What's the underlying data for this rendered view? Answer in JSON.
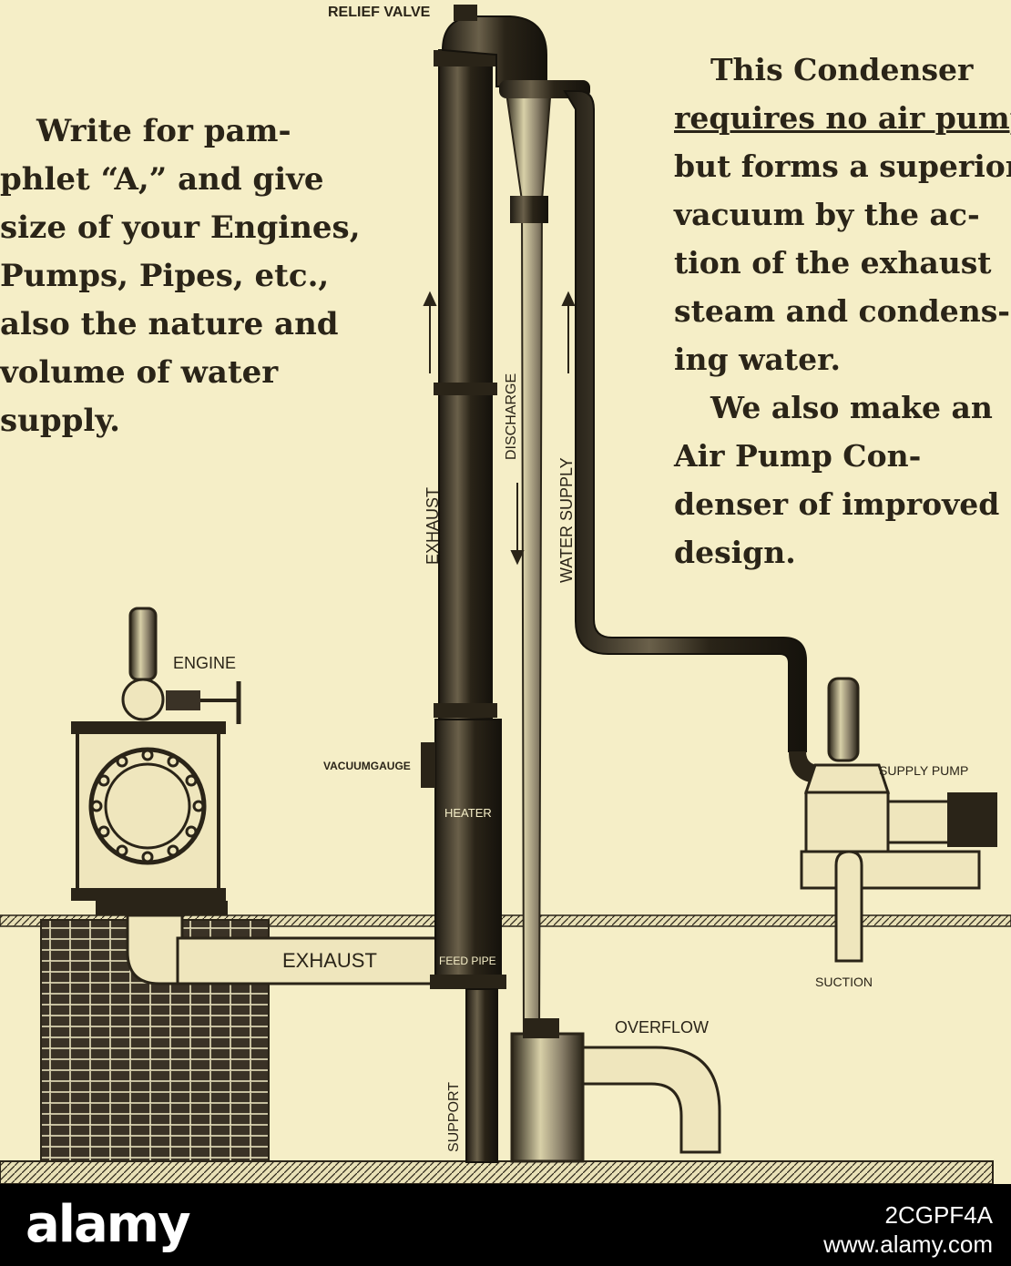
{
  "left_text": [
    "Write for pam-",
    "phlet “A,” and give",
    "size of your Engines,",
    "Pumps, Pipes, etc.,",
    "also the nature and",
    "volume  of  water",
    "supply."
  ],
  "right_text": [
    "This Condenser",
    "requires no air pump,",
    "but forms a superior",
    "vacuum  by  the  ac-",
    "tion  of  the  exhaust",
    "steam  and  condens-",
    "ing water.",
    "We also make an",
    "Air   Pump   Con-",
    "denser of improved",
    "design."
  ],
  "labels": {
    "relief_valve": "RELIEF VALVE",
    "engine": "ENGINE",
    "vacuum_gauge": "VACUUMGAUGE",
    "heater": "HEATER",
    "feed_pipe": "FEED PIPE",
    "exhaust_horizontal": "EXHAUST",
    "exhaust_vertical": "EXHAUST",
    "discharge": "DISCHARGE",
    "water_supply": "WATER SUPPLY",
    "support": "SUPPORT",
    "overflow": "OVERFLOW",
    "supply_pump": "SUPPLY PUMP",
    "suction": "SUCTION"
  },
  "footer": {
    "logo": "alamy",
    "image_id": "2CGPF4A",
    "site": "www.alamy.com"
  },
  "colors": {
    "paper": "#f5eec7",
    "ink": "#2a2418",
    "footer": "#000000"
  }
}
